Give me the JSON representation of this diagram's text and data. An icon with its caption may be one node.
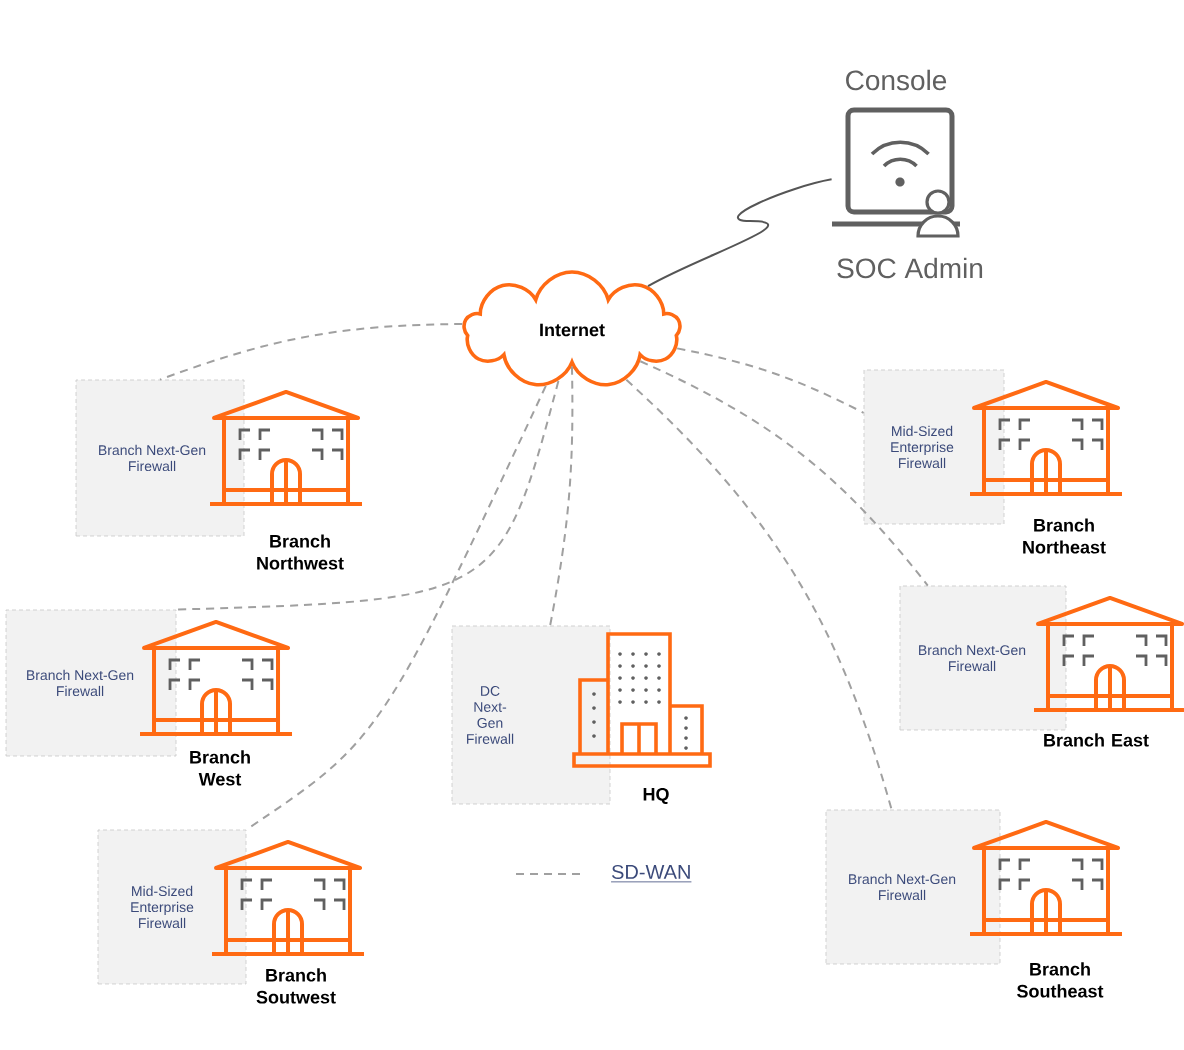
{
  "diagram": {
    "nodes": [
      {
        "text": [
          "Internet"
        ]
      },
      {
        "text": [
          "Console",
          "SOC Admin"
        ]
      },
      {
        "text": [
          "Branch Next-Gen Firewall"
        ]
      },
      {
        "text": [
          "Branch Northwest"
        ]
      },
      {
        "text": [
          "Mid-Sized Enterprise Firewall"
        ]
      },
      {
        "text": [
          "Branch Northeast"
        ]
      },
      {
        "text": [
          "Branch Next-Gen Firewall"
        ]
      },
      {
        "text": [
          "Branch West"
        ]
      },
      {
        "text": [
          "DC Next-Gen Firewall"
        ]
      },
      {
        "text": [
          "HQ"
        ]
      },
      {
        "text": [
          "Branch Next-Gen Firewall"
        ]
      },
      {
        "text": [
          "Branch East"
        ]
      },
      {
        "text": [
          "Mid-Sized Enterprise Firewall"
        ]
      },
      {
        "text": [
          "Branch Soutwest"
        ]
      },
      {
        "text": [
          "Branch Next-Gen Firewall"
        ]
      },
      {
        "text": [
          "Branch Southeast"
        ]
      }
    ],
    "edges": [
      {
        "from": 1,
        "to": 0,
        "arrow": "none",
        "color": "#555555"
      },
      {
        "from": 0,
        "to": 2,
        "arrow": "none",
        "style": "dashed"
      },
      {
        "from": 0,
        "to": 4,
        "arrow": "none",
        "style": "dashed"
      },
      {
        "from": 0,
        "to": 6,
        "arrow": "none",
        "style": "dashed"
      },
      {
        "from": 0,
        "to": 8,
        "arrow": "none",
        "style": "dashed"
      },
      {
        "from": 0,
        "to": 10,
        "arrow": "none",
        "style": "dashed"
      },
      {
        "from": 0,
        "to": 12,
        "arrow": "none",
        "style": "dashed"
      },
      {
        "from": 0,
        "to": 14,
        "arrow": "none",
        "style": "dashed"
      }
    ],
    "legend": [
      {
        "text": "SD-WAN"
      }
    ]
  }
}
